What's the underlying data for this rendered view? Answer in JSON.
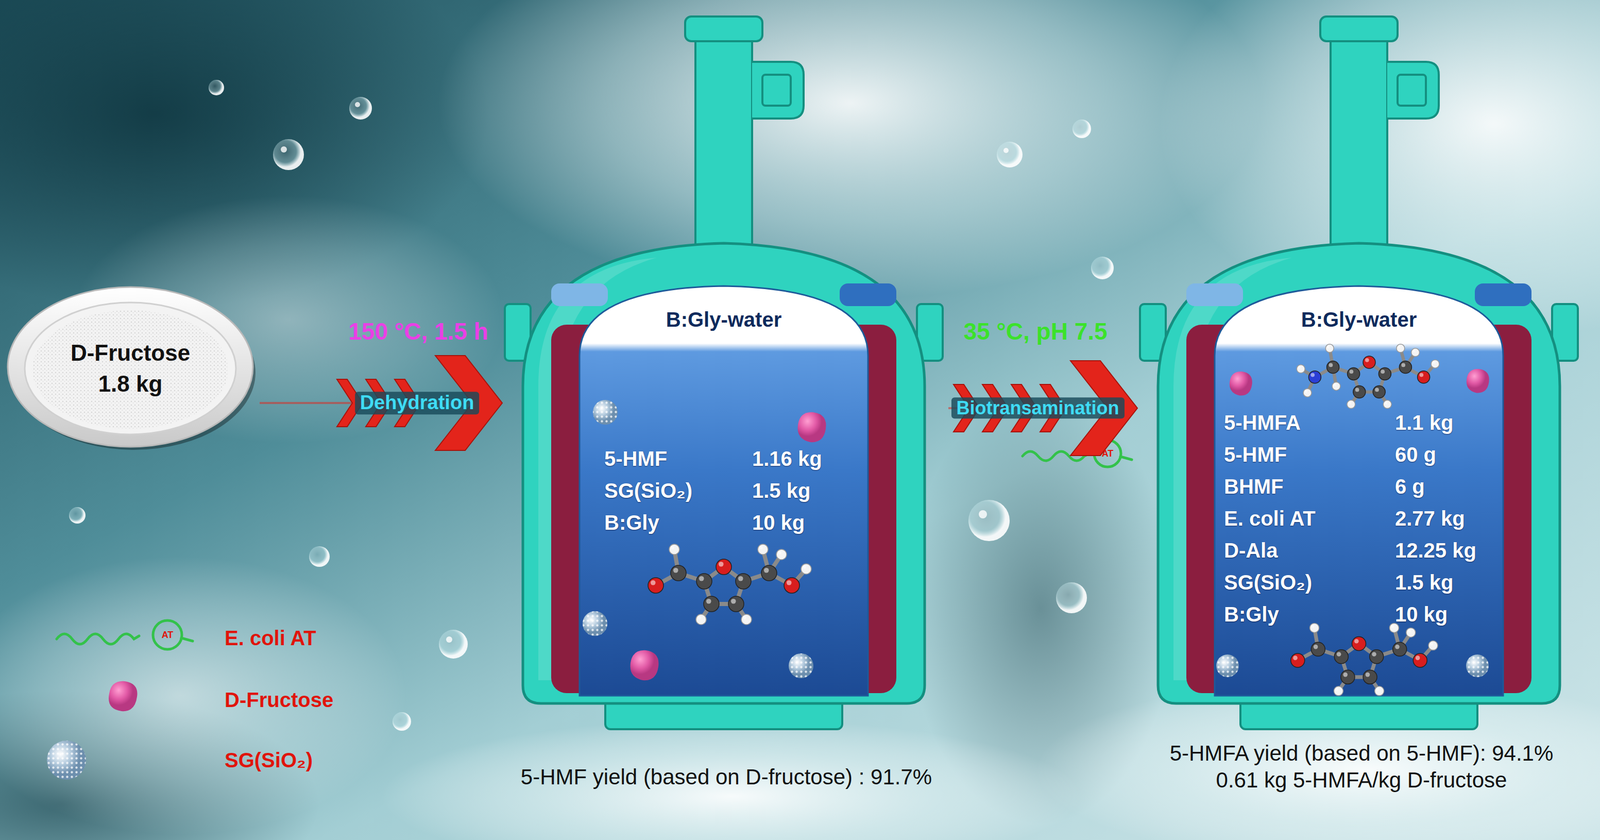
{
  "diagram": {
    "nodes": [
      {
        "text": [
          "D-Fructose",
          "1.8 kg"
        ]
      },
      {
        "text": [
          "B:Gly-water",
          "5-HMF",
          "1.16 kg",
          "SG(SiO₂)",
          "1.5 kg",
          "B:Gly",
          "10 kg"
        ]
      },
      {
        "text": [
          "B:Gly-water",
          "5-HMFA",
          "1.1 kg",
          "5-HMF",
          "60 g",
          "BHMF",
          "6 g",
          "E. coli AT",
          "2.77 kg",
          "D-Ala",
          "12.25 kg",
          "SG(SiO₂)",
          "1.5 kg",
          "B:Gly",
          "10 kg"
        ]
      }
    ],
    "edges": [
      {
        "from": 0,
        "to": 1,
        "label": "Dehydration",
        "arrow": "to"
      },
      {
        "from": 1,
        "to": 2,
        "label": "Biotransamination",
        "arrow": "to"
      }
    ],
    "labels": [
      "150 °C, 1.5 h",
      "35 °C, pH 7.5",
      "5-HMF yield (based on D-fructose) : 91.7%",
      "5-HMFA yield (based on 5-HMF): 94.1%",
      "0.61 kg 5-HMFA/kg D-fructose",
      "AT",
      "AT"
    ],
    "legend": [
      {
        "text": "E. coli AT"
      },
      {
        "text": "D-Fructose"
      },
      {
        "text": "SG(SiO₂)"
      }
    ]
  }
}
